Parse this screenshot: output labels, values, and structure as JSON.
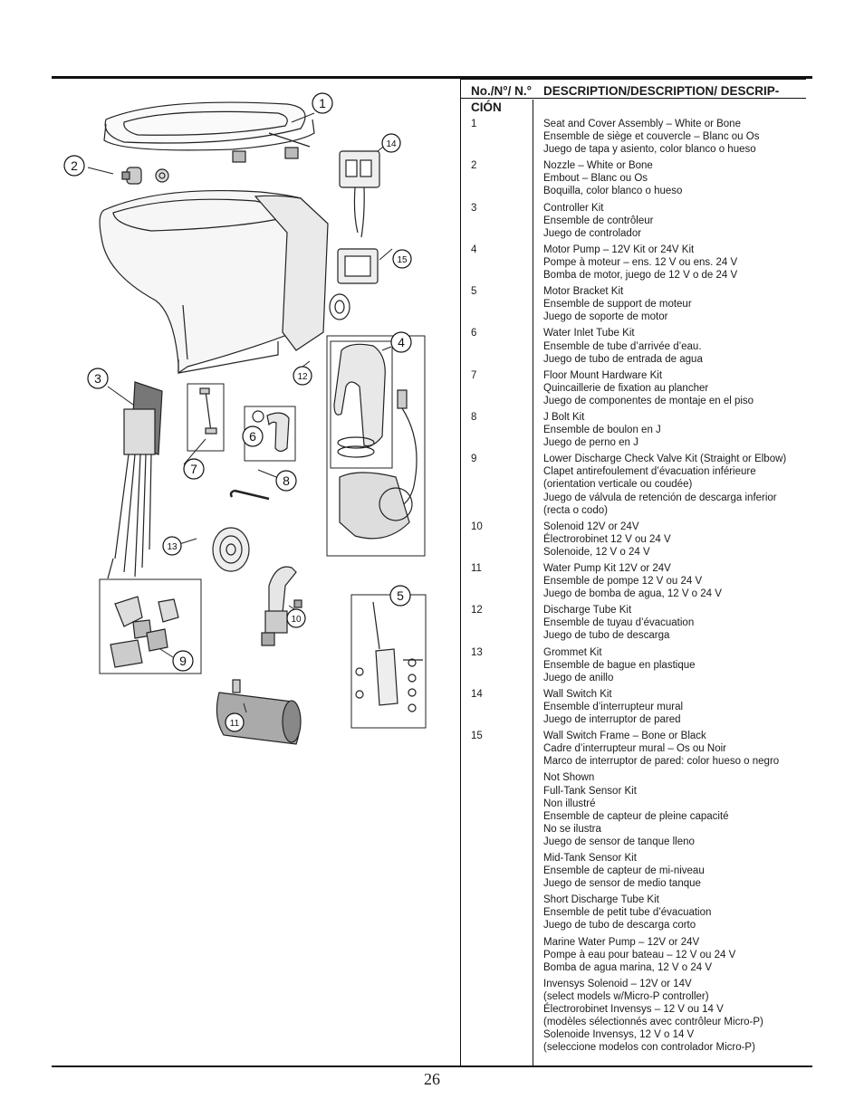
{
  "table": {
    "header_no": "No./N°/ N.°",
    "header_desc": "DESCRIPTION/DESCRIPTION/ DESCRIP-",
    "header_desc_cont": "CIÓN",
    "rows": [
      {
        "no": "1",
        "lines": [
          "Seat and Cover Assembly – White or Bone",
          "Ensemble de siège et couvercle – Blanc ou Os",
          "Juego de tapa y asiento, color blanco o hueso"
        ]
      },
      {
        "no": "2",
        "lines": [
          "Nozzle – White or Bone",
          "Embout – Blanc ou Os",
          "Boquilla, color blanco o hueso"
        ]
      },
      {
        "no": "3",
        "lines": [
          "Controller Kit",
          "Ensemble de contrôleur",
          "Juego de controlador"
        ]
      },
      {
        "no": "4",
        "lines": [
          "Motor Pump – 12V Kit or 24V Kit",
          "Pompe à moteur – ens. 12 V ou ens. 24 V",
          "Bomba de motor, juego de 12 V o de 24 V"
        ]
      },
      {
        "no": "5",
        "lines": [
          "Motor Bracket Kit",
          "Ensemble de support de moteur",
          "Juego de soporte de motor"
        ]
      },
      {
        "no": "6",
        "lines": [
          "Water Inlet Tube Kit",
          "Ensemble de tube d’arrivée d’eau.",
          "Juego de tubo de entrada de agua"
        ]
      },
      {
        "no": "7",
        "lines": [
          "Floor Mount Hardware Kit",
          "Quincaillerie de fixation au plancher",
          "Juego de componentes de montaje en el piso"
        ]
      },
      {
        "no": "8",
        "lines": [
          "J Bolt Kit",
          "Ensemble de boulon en J",
          "Juego de perno en J"
        ]
      },
      {
        "no": "9",
        "lines": [
          "Lower Discharge Check Valve Kit (Straight or Elbow)",
          "Clapet antirefoulement d’évacuation inférieure",
          "(orientation verticale ou coudée)",
          "Juego de válvula de retención de descarga inferior",
          "(recta o codo)"
        ]
      },
      {
        "no": "10",
        "lines": [
          "Solenoid 12V or 24V",
          "Électrorobinet 12 V ou 24 V",
          "Solenoide, 12 V o 24 V"
        ]
      },
      {
        "no": "11",
        "lines": [
          "Water Pump Kit 12V or 24V",
          "Ensemble de pompe 12 V ou 24 V",
          "Juego de bomba de agua, 12 V o 24 V"
        ]
      },
      {
        "no": "12",
        "lines": [
          "Discharge Tube Kit",
          "Ensemble de tuyau d’évacuation",
          "Juego de tubo de descarga"
        ]
      },
      {
        "no": "13",
        "lines": [
          "Grommet Kit",
          "Ensemble de bague en plastique",
          "Juego de anillo"
        ]
      },
      {
        "no": "14",
        "lines": [
          "Wall Switch Kit",
          "Ensemble d’interrupteur mural",
          "Juego de interruptor de pared"
        ]
      },
      {
        "no": "15",
        "lines": [
          "Wall Switch Frame – Bone or Black",
          "Cadre d’interrupteur mural – Os ou Noir",
          "Marco de interruptor de pared: color hueso o negro"
        ]
      },
      {
        "no": "",
        "lines": [
          "Not Shown",
          "Full-Tank Sensor Kit",
          "Non illustré",
          "Ensemble de capteur de pleine capacité",
          "No se ilustra",
          "Juego de sensor de tanque lleno"
        ]
      },
      {
        "no": "",
        "lines": [
          "Mid-Tank Sensor Kit",
          "Ensemble de capteur de mi-niveau",
          "Juego de sensor de medio tanque"
        ]
      },
      {
        "no": "",
        "lines": [
          "Short Discharge Tube Kit",
          "Ensemble de petit tube d’évacuation",
          "Juego de tubo de descarga corto"
        ]
      },
      {
        "no": "",
        "lines": [
          "Marine Water Pump – 12V or 24V",
          "Pompe à eau pour bateau – 12 V ou 24 V",
          "Bomba de agua marina, 12 V o 24 V"
        ]
      },
      {
        "no": "",
        "lines": [
          "Invensys Solenoid – 12V or 14V",
          "(select models w/Micro-P controller)",
          "Électrorobinet Invensys – 12 V ou 14 V",
          "(modèles sélectionnés avec contrôleur Micro-P)",
          "Solenoide Invensys, 12 V o 14 V",
          "(seleccione modelos con controlador Micro-P)"
        ]
      }
    ]
  },
  "diagram": {
    "callouts": {
      "c1": "1",
      "c2": "2",
      "c3": "3",
      "c4": "4",
      "c5": "5",
      "c6": "6",
      "c7": "7",
      "c8": "8",
      "c9": "9",
      "c10": "10",
      "c11": "11",
      "c12": "12",
      "c13": "13",
      "c14": "14",
      "c15": "15"
    }
  },
  "page_number": "26"
}
